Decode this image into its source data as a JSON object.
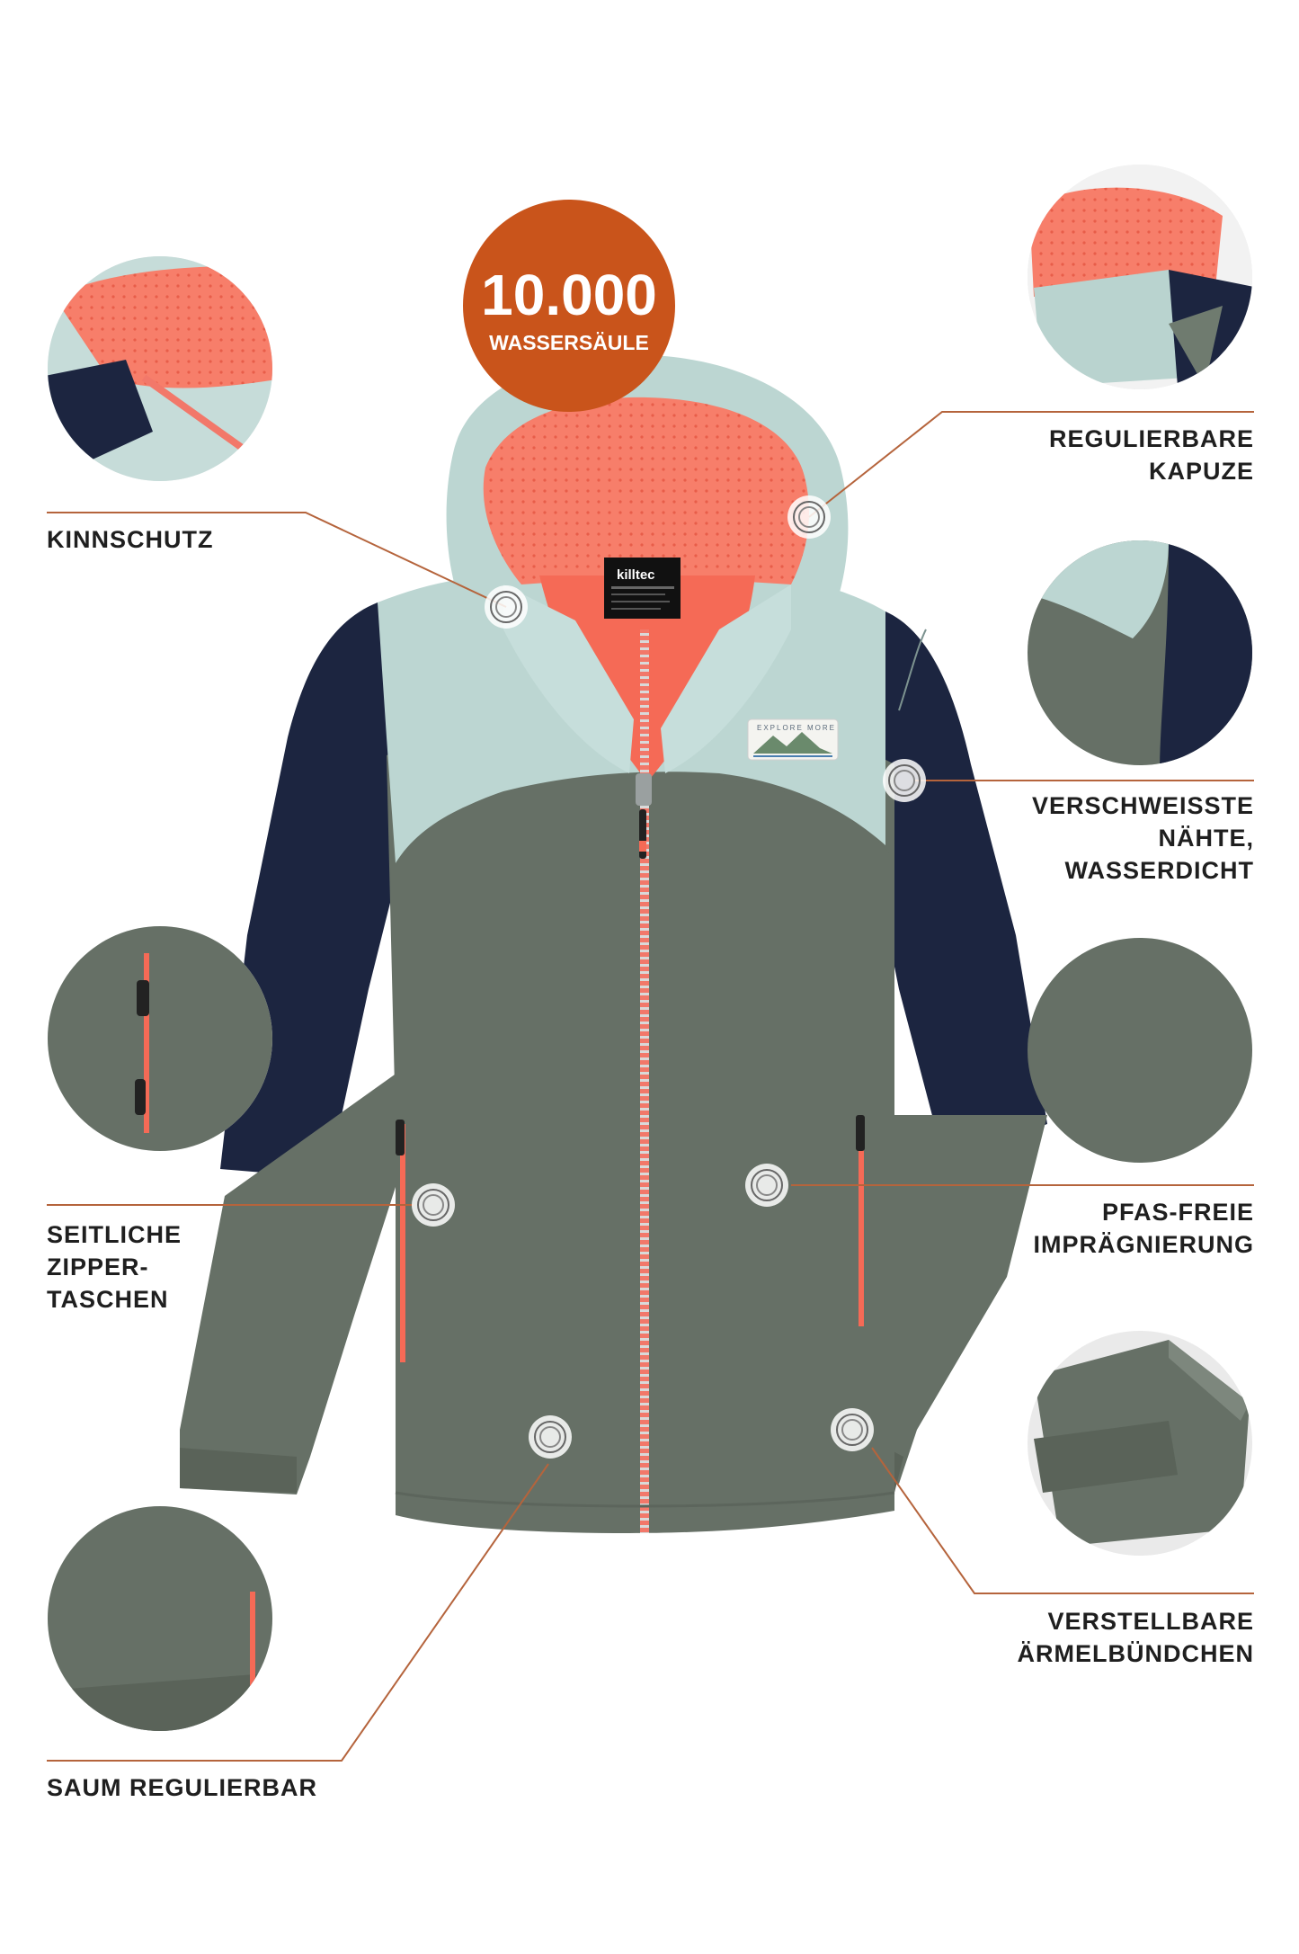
{
  "badge": {
    "value": "10.000",
    "caption": "WASSERSÄULE",
    "color": "#c9541b"
  },
  "brand_label": "killtec",
  "patch_text": "EXPLORE MORE",
  "features": {
    "kinnschutz": [
      "KINNSCHUTZ"
    ],
    "kapuze": [
      "REGULIERBARE",
      "KAPUZE"
    ],
    "naehte": [
      "VERSCHWEISSTE",
      "NÄHTE,",
      "WASSERDICHT"
    ],
    "taschen": [
      "SEITLICHE",
      "ZIPPER-",
      "TASCHEN"
    ],
    "impraegnierung": [
      "PFAS-FREIE",
      "IMPRÄGNIERUNG"
    ],
    "aermel": [
      "VERSTELLBARE",
      "ÄRMELBÜNDCHEN"
    ],
    "saum": [
      "SAUM REGULIERBAR"
    ]
  },
  "colors": {
    "olive": "#667066",
    "mint": "#bcd6d2",
    "navy": "#1c2540",
    "coral": "#f56a56",
    "leader": "#b5643c",
    "text": "#1f1f1f"
  },
  "icons": {
    "hotspot": "hotspot-ring-icon"
  }
}
